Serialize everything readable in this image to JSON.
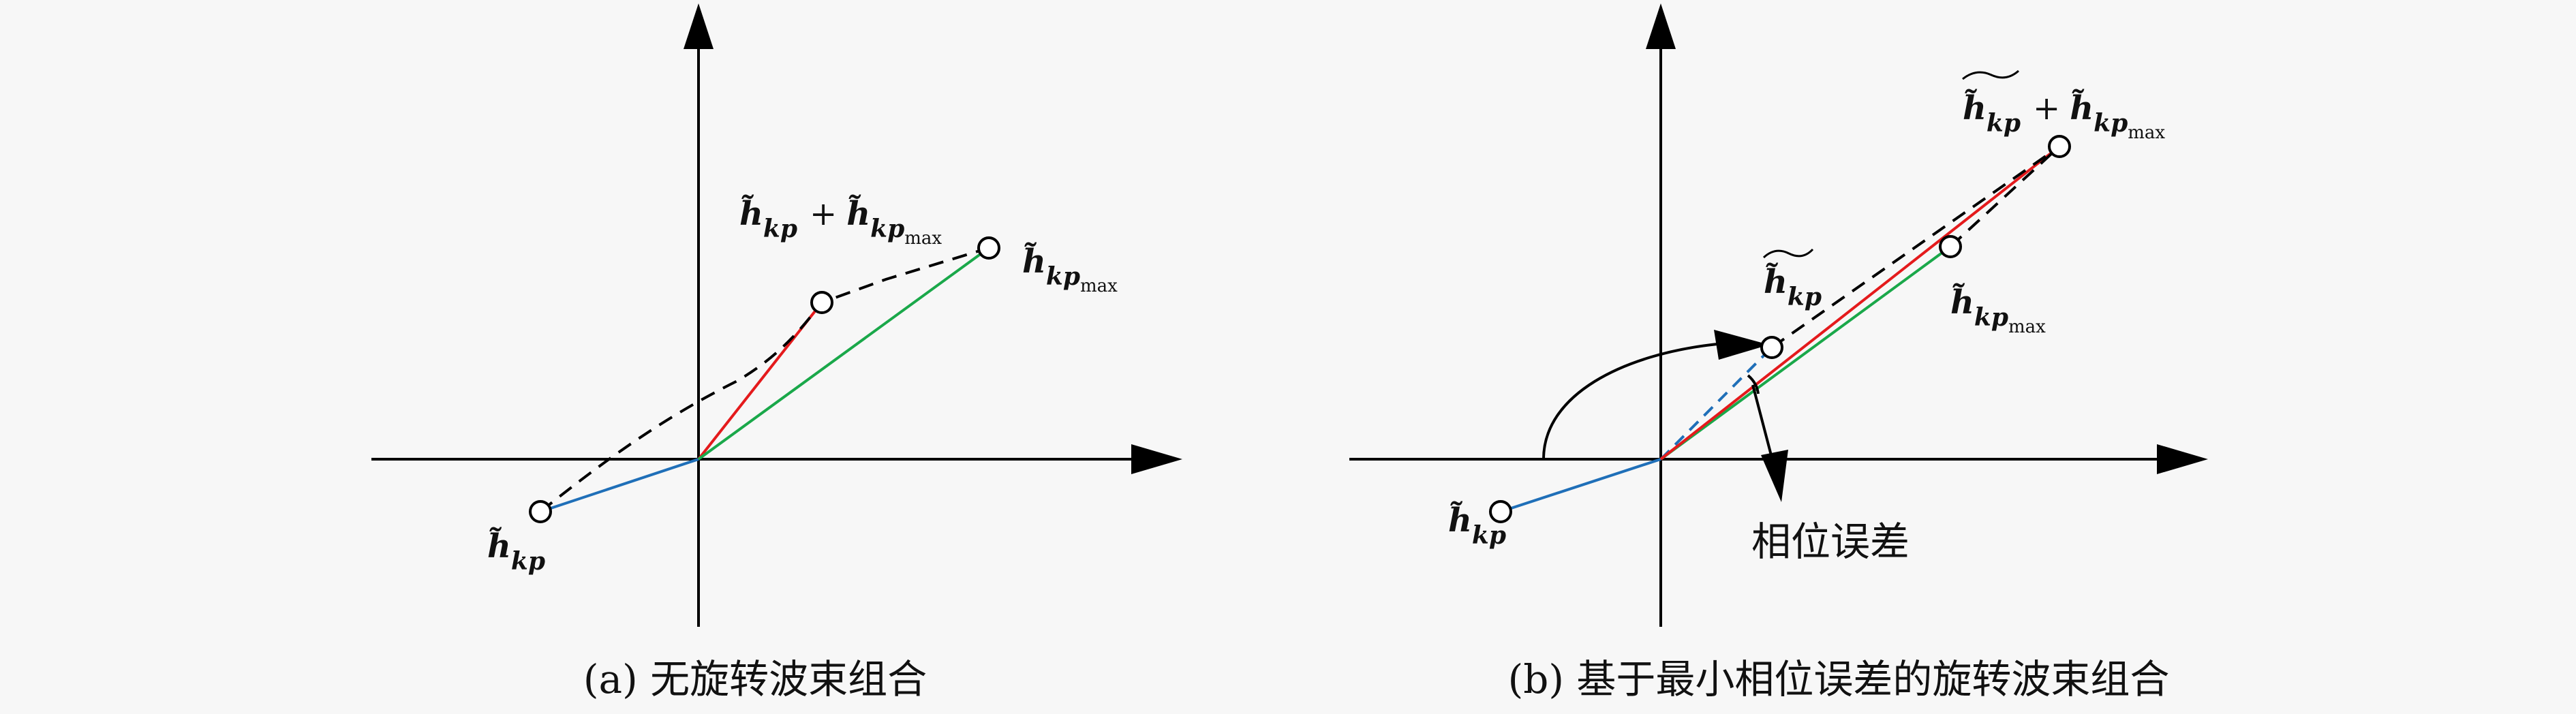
{
  "colors": {
    "background": "#f7f7f7",
    "axis": "#000000",
    "blue": "#1f6fb8",
    "red": "#e41a1c",
    "green": "#1aa84a",
    "dashed": "#000000"
  },
  "panel_a": {
    "caption": "(a) 无旋转波束组合",
    "label_hkp": "h̃",
    "label_hkp_sub": "kp",
    "label_sum": "h̃",
    "label_sum_sub1": "kp",
    "label_sum_plus": "+",
    "label_sum_h2": "h̃",
    "label_sum_sub2": "kp",
    "label_sum_sub2_max": "max",
    "label_max": "h̃",
    "label_max_sub": "kp",
    "label_max_sub_max": "max"
  },
  "panel_b": {
    "caption": "(b) 基于最小相位误差的旋转波束组合",
    "label_hkp": "h̃",
    "label_hkp_sub": "kp",
    "label_rot": "h̃",
    "label_rot_sub": "kp",
    "label_sum": "h̃",
    "label_sum_sub1": "kp",
    "label_sum_plus": "+",
    "label_sum_h2": "h̃",
    "label_sum_sub2": "kp",
    "label_sum_sub2_max": "max",
    "label_max": "h̃",
    "label_max_sub": "kp",
    "label_max_sub_max": "max",
    "phase_error_label": "相位误差"
  }
}
